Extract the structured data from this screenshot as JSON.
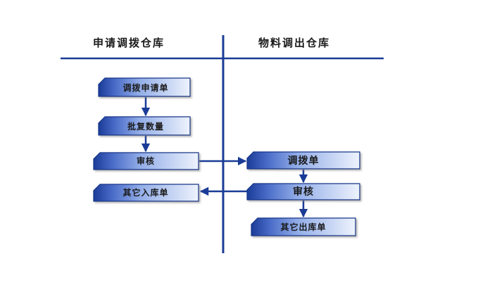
{
  "lanes": {
    "left_title": "申请调拨仓库",
    "right_title": "物料调出仓库"
  },
  "nodes": {
    "transfer_request": "调拨申请单",
    "approve_quantity": "批复数量",
    "audit_left": "审核",
    "transfer_order": "调拨单",
    "audit_right": "审核",
    "other_inbound": "其它入库单",
    "other_outbound": "其它出库单"
  },
  "colors": {
    "line": "#1a3c96",
    "node_dark": "#1b3c98",
    "node_mid": "#7d9ae0",
    "node_light": "#e6edfb",
    "node_border": "#183688"
  }
}
